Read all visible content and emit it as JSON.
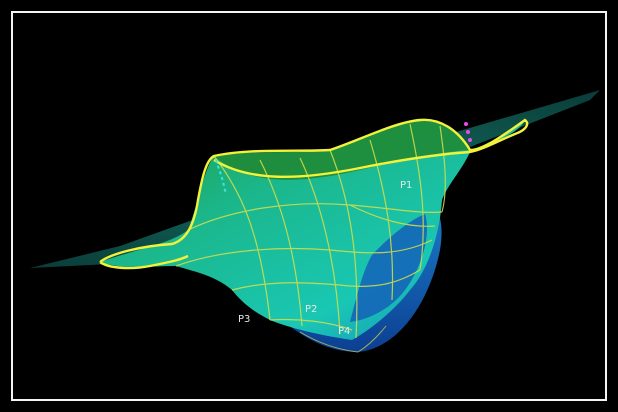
{
  "viewport": {
    "background": "#000000",
    "frame_color": "#f4f4f4"
  },
  "surface": {
    "colors": {
      "plane": "#0f5a52",
      "top_green": "#1a8a3a",
      "cyan": "#19c7b3",
      "blue_under": "#1e6fc4",
      "deep_blue": "#0f4aa8",
      "boundary": "#f2f23a",
      "grid": "#d6e04a",
      "dash": "#38e6e0",
      "marker": "#e84cf0"
    },
    "labels": {
      "p1": "P1",
      "p2": "P2",
      "p3": "P3",
      "p4": "P4"
    }
  }
}
